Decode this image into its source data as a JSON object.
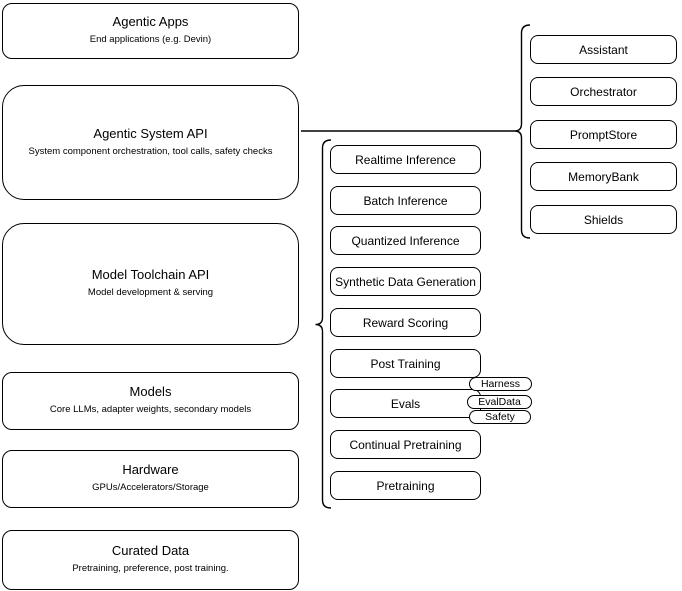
{
  "diagram": {
    "left_column": [
      {
        "title": "Agentic Apps",
        "subtitle": "End applications (e.g. Devin)"
      },
      {
        "title": "Agentic System API",
        "subtitle": "System component orchestration, tool calls, safety checks"
      },
      {
        "title": "Model Toolchain API",
        "subtitle": "Model development & serving"
      },
      {
        "title": "Models",
        "subtitle": "Core LLMs, adapter weights, secondary models"
      },
      {
        "title": "Hardware",
        "subtitle": "GPUs/Accelerators/Storage"
      },
      {
        "title": "Curated Data",
        "subtitle": "Pretraining, preference, post training."
      }
    ],
    "toolchain_items": [
      "Realtime Inference",
      "Batch Inference",
      "Quantized Inference",
      "Synthetic Data Generation",
      "Reward Scoring",
      "Post Training",
      "Evals",
      "Continual Pretraining",
      "Pretraining"
    ],
    "evals_tags": [
      "Harness",
      "EvalData",
      "Safety"
    ],
    "system_components": [
      "Assistant",
      "Orchestrator",
      "PromptStore",
      "MemoryBank",
      "Shields"
    ],
    "colors": {
      "stroke": "#000000",
      "background": "#ffffff"
    }
  }
}
